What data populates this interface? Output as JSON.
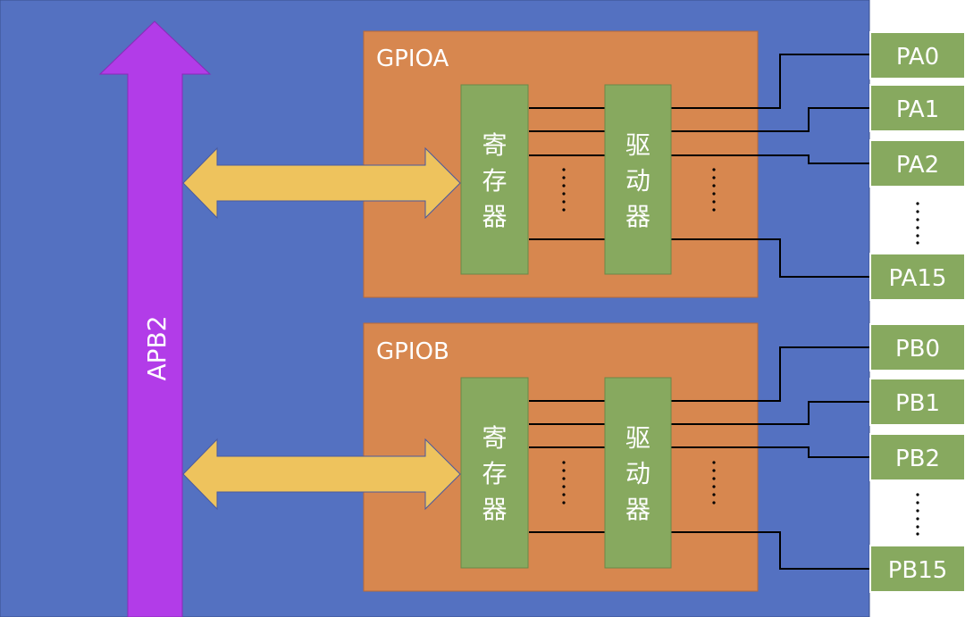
{
  "colors": {
    "background": "#5471c1",
    "gpio_box": "#d7874f",
    "block": "#87a95f",
    "bus_arrow": "#b23ce8",
    "data_arrow": "#eec35d",
    "wire": "#000000"
  },
  "bus": {
    "label": "APB2"
  },
  "gpio_a": {
    "title": "GPIOA",
    "register_chars": [
      "寄",
      "存",
      "器"
    ],
    "driver_chars": [
      "驱",
      "动",
      "器"
    ],
    "pins": [
      "PA0",
      "PA1",
      "PA2",
      "PA15"
    ]
  },
  "gpio_b": {
    "title": "GPIOB",
    "register_chars": [
      "寄",
      "存",
      "器"
    ],
    "driver_chars": [
      "驱",
      "动",
      "器"
    ],
    "pins": [
      "PB0",
      "PB1",
      "PB2",
      "PB15"
    ]
  }
}
